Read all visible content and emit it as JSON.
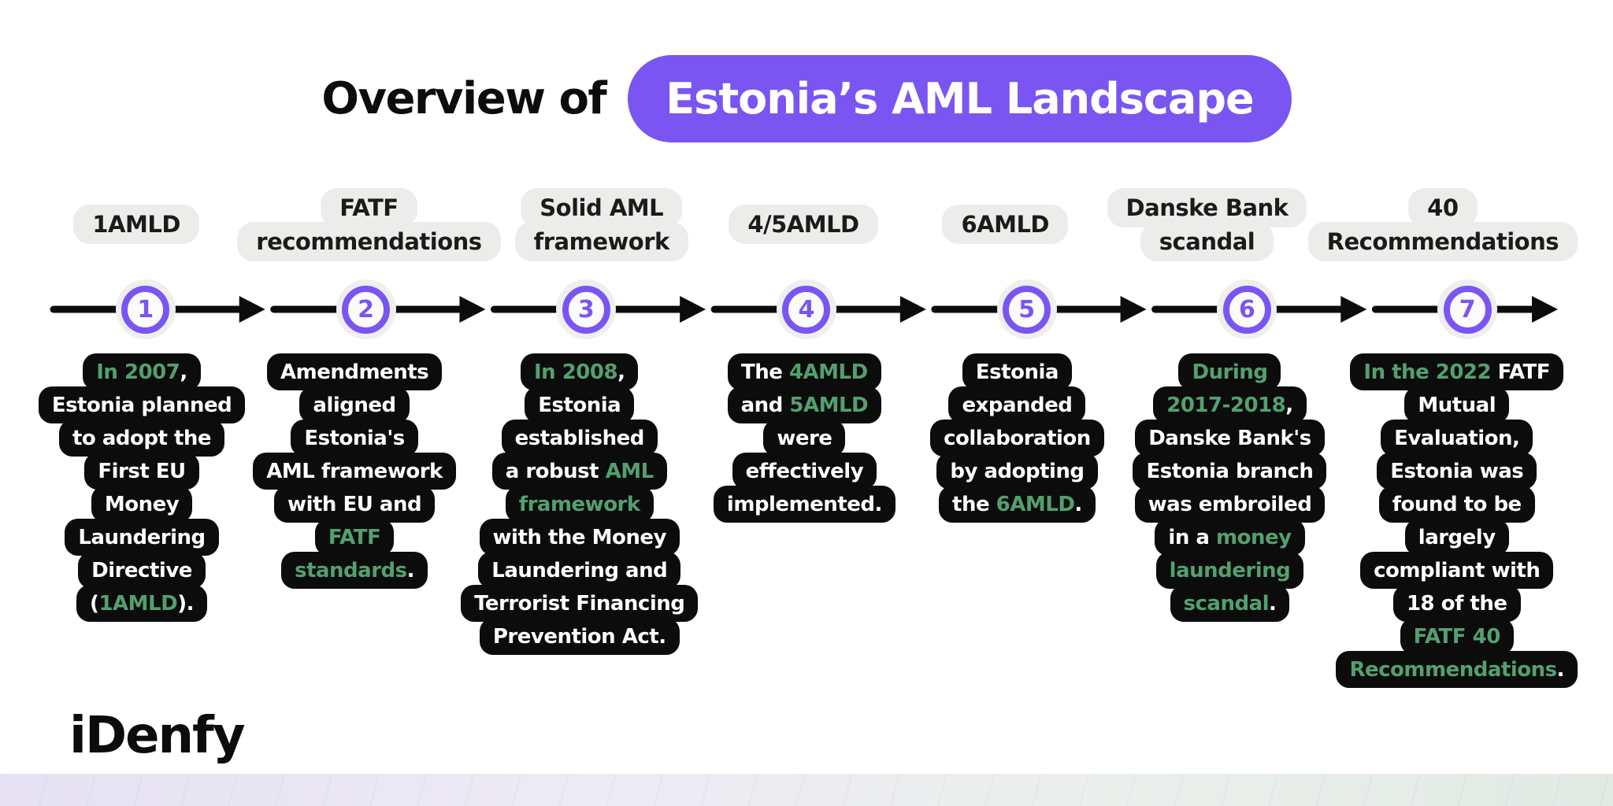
{
  "title": {
    "prefix": "Overview of",
    "highlight": "Estonia’s AML Landscape"
  },
  "logo": "iDenfy",
  "colors": {
    "purple": "#7a55f2",
    "green": "#53a06f",
    "black": "#0c0c0c",
    "pill_gray": "#ececeb"
  },
  "timeline": {
    "steps": [
      {
        "number": "1",
        "label_lines": [
          "1AMLD"
        ],
        "lines": [
          [
            {
              "text": "In 2007",
              "green": true
            },
            {
              "text": ",",
              "green": false
            }
          ],
          [
            {
              "text": "Estonia planned",
              "green": false
            }
          ],
          [
            {
              "text": "to adopt the",
              "green": false
            }
          ],
          [
            {
              "text": "First EU",
              "green": false
            }
          ],
          [
            {
              "text": "Money",
              "green": false
            }
          ],
          [
            {
              "text": "Laundering",
              "green": false
            }
          ],
          [
            {
              "text": "Directive",
              "green": false
            }
          ],
          [
            {
              "text": "(",
              "green": false
            },
            {
              "text": "1AMLD",
              "green": true
            },
            {
              "text": ").",
              "green": false
            }
          ]
        ]
      },
      {
        "number": "2",
        "label_lines": [
          "FATF",
          "recommendations"
        ],
        "lines": [
          [
            {
              "text": "Amendments",
              "green": false
            }
          ],
          [
            {
              "text": "aligned",
              "green": false
            }
          ],
          [
            {
              "text": "Estonia's",
              "green": false
            }
          ],
          [
            {
              "text": "AML framework",
              "green": false
            }
          ],
          [
            {
              "text": "with EU and",
              "green": false
            }
          ],
          [
            {
              "text": "FATF",
              "green": true
            }
          ],
          [
            {
              "text": "standards",
              "green": true
            },
            {
              "text": ".",
              "green": false
            }
          ]
        ]
      },
      {
        "number": "3",
        "label_lines": [
          "Solid AML",
          "framework"
        ],
        "lines": [
          [
            {
              "text": "In 2008",
              "green": true
            },
            {
              "text": ",",
              "green": false
            }
          ],
          [
            {
              "text": "Estonia",
              "green": false
            }
          ],
          [
            {
              "text": "established",
              "green": false
            }
          ],
          [
            {
              "text": "a robust ",
              "green": false
            },
            {
              "text": "AML",
              "green": true
            }
          ],
          [
            {
              "text": "framework",
              "green": true
            }
          ],
          [
            {
              "text": "with the Money",
              "green": false
            }
          ],
          [
            {
              "text": "Laundering and",
              "green": false
            }
          ],
          [
            {
              "text": "Terrorist Financing",
              "green": false
            }
          ],
          [
            {
              "text": "Prevention Act.",
              "green": false
            }
          ]
        ]
      },
      {
        "number": "4",
        "label_lines": [
          "4/5AMLD"
        ],
        "lines": [
          [
            {
              "text": "The ",
              "green": false
            },
            {
              "text": "4AMLD",
              "green": true
            }
          ],
          [
            {
              "text": "and ",
              "green": false
            },
            {
              "text": "5AMLD",
              "green": true
            }
          ],
          [
            {
              "text": "were",
              "green": false
            }
          ],
          [
            {
              "text": "effectively",
              "green": false
            }
          ],
          [
            {
              "text": "implemented.",
              "green": false
            }
          ]
        ]
      },
      {
        "number": "5",
        "label_lines": [
          "6AMLD"
        ],
        "lines": [
          [
            {
              "text": "Estonia",
              "green": false
            }
          ],
          [
            {
              "text": "expanded",
              "green": false
            }
          ],
          [
            {
              "text": "collaboration",
              "green": false
            }
          ],
          [
            {
              "text": "by adopting",
              "green": false
            }
          ],
          [
            {
              "text": "the ",
              "green": false
            },
            {
              "text": "6AMLD",
              "green": true
            },
            {
              "text": ".",
              "green": false
            }
          ]
        ]
      },
      {
        "number": "6",
        "label_lines": [
          "Danske Bank",
          "scandal"
        ],
        "lines": [
          [
            {
              "text": "During",
              "green": true
            }
          ],
          [
            {
              "text": "2017-2018",
              "green": true
            },
            {
              "text": ",",
              "green": false
            }
          ],
          [
            {
              "text": "Danske Bank's",
              "green": false
            }
          ],
          [
            {
              "text": "Estonia branch",
              "green": false
            }
          ],
          [
            {
              "text": "was embroiled",
              "green": false
            }
          ],
          [
            {
              "text": "in a ",
              "green": false
            },
            {
              "text": "money",
              "green": true
            }
          ],
          [
            {
              "text": "laundering",
              "green": true
            }
          ],
          [
            {
              "text": "scandal",
              "green": true
            },
            {
              "text": ".",
              "green": false
            }
          ]
        ]
      },
      {
        "number": "7",
        "label_lines": [
          "40",
          "Recommendations"
        ],
        "lines": [
          [
            {
              "text": "In the 2022",
              "green": true
            },
            {
              "text": " FATF",
              "green": false
            }
          ],
          [
            {
              "text": "Mutual",
              "green": false
            }
          ],
          [
            {
              "text": "Evaluation,",
              "green": false
            }
          ],
          [
            {
              "text": "Estonia was",
              "green": false
            }
          ],
          [
            {
              "text": "found to be",
              "green": false
            }
          ],
          [
            {
              "text": "largely",
              "green": false
            }
          ],
          [
            {
              "text": "compliant with",
              "green": false
            }
          ],
          [
            {
              "text": "18 of the",
              "green": false
            }
          ],
          [
            {
              "text": "FATF 40",
              "green": true
            }
          ],
          [
            {
              "text": "Recommendations",
              "green": true
            },
            {
              "text": ".",
              "green": false
            }
          ]
        ]
      }
    ]
  }
}
